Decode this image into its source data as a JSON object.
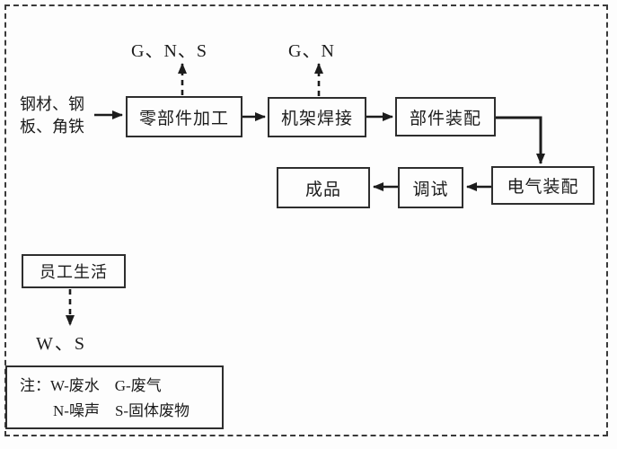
{
  "diagram": {
    "title_hint": "production process flow",
    "inputs": {
      "line1": "钢材、钢",
      "line2": "板、角铁"
    },
    "steps": {
      "parts": "零部件加工",
      "welding": "机架焊接",
      "assembly": "部件装配",
      "electrical": "电气装配",
      "debug": "调试",
      "product": "成品",
      "staff_life": "员工生活"
    },
    "emissions": {
      "parts": "G、N、S",
      "welding": "G、N",
      "staff_life": "W、S"
    },
    "legend": {
      "line1": "注：W-废水　G-废气",
      "line2": "N-噪声　S-固体废物"
    },
    "colors": {
      "background": "#fdfdfd",
      "line": "#2e2e2e",
      "text": "#1c1c1c"
    }
  }
}
